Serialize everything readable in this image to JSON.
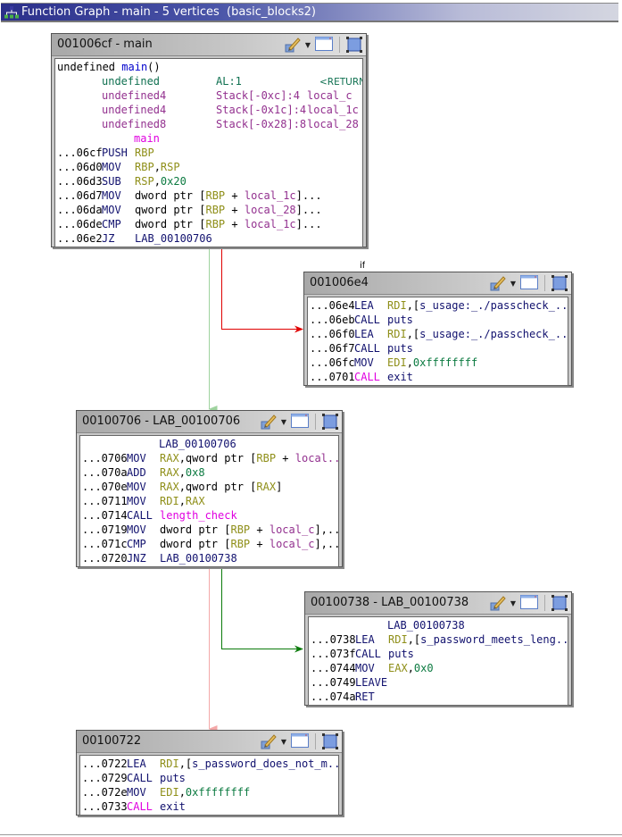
{
  "window": {
    "title": "Function Graph - main - 5 vertices  (basic_blocks2)",
    "icon": "function-graph-icon"
  },
  "colors": {
    "edge_true": "#e00000",
    "edge_false_fallthrough": "#9fd39f",
    "edge_jnz_taken": "#0a7a0a",
    "edge_fallthrough_red": "#f4a8a8"
  },
  "edges": [
    {
      "from": "001006cf",
      "to": "001006e4",
      "kind": "conditional-taken",
      "label": "if",
      "color": "#e00000"
    },
    {
      "from": "001006cf",
      "to": "00100706",
      "kind": "fallthrough",
      "color": "#9fd39f"
    },
    {
      "from": "00100706",
      "to": "00100738",
      "kind": "conditional-taken",
      "color": "#0a7a0a"
    },
    {
      "from": "00100706",
      "to": "00100722",
      "kind": "fallthrough",
      "color": "#f4a8a8"
    }
  ],
  "blocks": {
    "b1": {
      "title": "001006cf - main",
      "sig": {
        "ret": "undefined",
        "name": "main",
        "args": "()"
      },
      "params": [
        {
          "type": "undefined",
          "storage": "AL:1",
          "name": "<RETURN>"
        },
        {
          "type": "undefined4",
          "storage": "Stack[-0xc]:4",
          "name": "local_c"
        },
        {
          "type": "undefined4",
          "storage": "Stack[-0x1c]:4",
          "name": "local_1c"
        },
        {
          "type": "undefined8",
          "storage": "Stack[-0x28]:8",
          "name": "local_28"
        }
      ],
      "label": "main",
      "instr": [
        {
          "addr": "...06cf",
          "mn": "PUSH",
          "ops": [
            {
              "t": "RBP",
              "c": "reg"
            }
          ]
        },
        {
          "addr": "...06d0",
          "mn": "MOV",
          "ops": [
            {
              "t": "RBP",
              "c": "reg"
            },
            {
              "t": ",",
              "c": "txt"
            },
            {
              "t": "RSP",
              "c": "reg"
            }
          ]
        },
        {
          "addr": "...06d3",
          "mn": "SUB",
          "ops": [
            {
              "t": "RSP",
              "c": "reg"
            },
            {
              "t": ",",
              "c": "txt"
            },
            {
              "t": "0x20",
              "c": "num"
            }
          ]
        },
        {
          "addr": "...06d7",
          "mn": "MOV",
          "ops": [
            {
              "t": "dword ptr [",
              "c": "txt"
            },
            {
              "t": "RBP",
              "c": "reg"
            },
            {
              "t": " + ",
              "c": "txt"
            },
            {
              "t": "local_1c",
              "c": "loc"
            },
            {
              "t": "]...",
              "c": "txt"
            }
          ]
        },
        {
          "addr": "...06da",
          "mn": "MOV",
          "ops": [
            {
              "t": "qword ptr [",
              "c": "txt"
            },
            {
              "t": "RBP",
              "c": "reg"
            },
            {
              "t": " + ",
              "c": "txt"
            },
            {
              "t": "local_28",
              "c": "loc"
            },
            {
              "t": "]...",
              "c": "txt"
            }
          ]
        },
        {
          "addr": "...06de",
          "mn": "CMP",
          "ops": [
            {
              "t": "dword ptr [",
              "c": "txt"
            },
            {
              "t": "RBP",
              "c": "reg"
            },
            {
              "t": " + ",
              "c": "txt"
            },
            {
              "t": "local_1c",
              "c": "loc"
            },
            {
              "t": "]...",
              "c": "txt"
            }
          ]
        },
        {
          "addr": "...06e2",
          "mn": "JZ",
          "ops": [
            {
              "t": "LAB_00100706",
              "c": "lbl"
            }
          ]
        }
      ]
    },
    "b2": {
      "title": "001006e4",
      "instr": [
        {
          "addr": "...06e4",
          "mn": "LEA",
          "ops": [
            {
              "t": "RDI",
              "c": "reg"
            },
            {
              "t": ",[",
              "c": "txt"
            },
            {
              "t": "s_usage:_./passcheck_...",
              "c": "lbl"
            }
          ]
        },
        {
          "addr": "...06eb",
          "mn": "CALL",
          "ops": [
            {
              "t": "puts",
              "c": "lbl"
            }
          ]
        },
        {
          "addr": "...06f0",
          "mn": "LEA",
          "ops": [
            {
              "t": "RDI",
              "c": "reg"
            },
            {
              "t": ",[",
              "c": "txt"
            },
            {
              "t": "s_usage:_./passcheck_...",
              "c": "lbl"
            }
          ]
        },
        {
          "addr": "...06f7",
          "mn": "CALL",
          "ops": [
            {
              "t": "puts",
              "c": "lbl"
            }
          ]
        },
        {
          "addr": "...06fc",
          "mn": "MOV",
          "ops": [
            {
              "t": "EDI",
              "c": "reg"
            },
            {
              "t": ",",
              "c": "txt"
            },
            {
              "t": "0xffffffff",
              "c": "num"
            }
          ]
        },
        {
          "addr": "...0701",
          "mn": "CALL",
          "mnc": "fn",
          "ops": [
            {
              "t": "exit",
              "c": "lbl"
            }
          ]
        }
      ]
    },
    "b3": {
      "title": "00100706 - LAB_00100706",
      "label": "LAB_00100706",
      "instr": [
        {
          "addr": "...0706",
          "mn": "MOV",
          "ops": [
            {
              "t": "RAX",
              "c": "reg"
            },
            {
              "t": ",qword ptr [",
              "c": "txt"
            },
            {
              "t": "RBP",
              "c": "reg"
            },
            {
              "t": " + ",
              "c": "txt"
            },
            {
              "t": "local...",
              "c": "loc"
            }
          ]
        },
        {
          "addr": "...070a",
          "mn": "ADD",
          "ops": [
            {
              "t": "RAX",
              "c": "reg"
            },
            {
              "t": ",",
              "c": "txt"
            },
            {
              "t": "0x8",
              "c": "num"
            }
          ]
        },
        {
          "addr": "...070e",
          "mn": "MOV",
          "ops": [
            {
              "t": "RAX",
              "c": "reg"
            },
            {
              "t": ",qword ptr [",
              "c": "txt"
            },
            {
              "t": "RAX",
              "c": "reg"
            },
            {
              "t": "]",
              "c": "txt"
            }
          ]
        },
        {
          "addr": "...0711",
          "mn": "MOV",
          "ops": [
            {
              "t": "RDI",
              "c": "reg"
            },
            {
              "t": ",",
              "c": "txt"
            },
            {
              "t": "RAX",
              "c": "reg"
            }
          ]
        },
        {
          "addr": "...0714",
          "mn": "CALL",
          "ops": [
            {
              "t": "length_check",
              "c": "fn"
            }
          ]
        },
        {
          "addr": "...0719",
          "mn": "MOV",
          "ops": [
            {
              "t": "dword ptr [",
              "c": "txt"
            },
            {
              "t": "RBP",
              "c": "reg"
            },
            {
              "t": " + ",
              "c": "txt"
            },
            {
              "t": "local_c",
              "c": "loc"
            },
            {
              "t": "],...",
              "c": "txt"
            }
          ]
        },
        {
          "addr": "...071c",
          "mn": "CMP",
          "ops": [
            {
              "t": "dword ptr [",
              "c": "txt"
            },
            {
              "t": "RBP",
              "c": "reg"
            },
            {
              "t": " + ",
              "c": "txt"
            },
            {
              "t": "local_c",
              "c": "loc"
            },
            {
              "t": "],...",
              "c": "txt"
            }
          ]
        },
        {
          "addr": "...0720",
          "mn": "JNZ",
          "ops": [
            {
              "t": "LAB_00100738",
              "c": "lbl"
            }
          ]
        }
      ]
    },
    "b4": {
      "title": "00100738 - LAB_00100738",
      "label": "LAB_00100738",
      "instr": [
        {
          "addr": "...0738",
          "mn": "LEA",
          "ops": [
            {
              "t": "RDI",
              "c": "reg"
            },
            {
              "t": ",[",
              "c": "txt"
            },
            {
              "t": "s_password_meets_leng...",
              "c": "lbl"
            }
          ]
        },
        {
          "addr": "...073f",
          "mn": "CALL",
          "ops": [
            {
              "t": "puts",
              "c": "lbl"
            }
          ]
        },
        {
          "addr": "...0744",
          "mn": "MOV",
          "ops": [
            {
              "t": "EAX",
              "c": "reg"
            },
            {
              "t": ",",
              "c": "txt"
            },
            {
              "t": "0x0",
              "c": "num"
            }
          ]
        },
        {
          "addr": "...0749",
          "mn": "LEAVE",
          "ops": []
        },
        {
          "addr": "...074a",
          "mn": "RET",
          "ops": []
        }
      ]
    },
    "b5": {
      "title": "00100722",
      "instr": [
        {
          "addr": "...0722",
          "mn": "LEA",
          "ops": [
            {
              "t": "RDI",
              "c": "reg"
            },
            {
              "t": ",[",
              "c": "txt"
            },
            {
              "t": "s_password_does_not_m...",
              "c": "lbl"
            }
          ]
        },
        {
          "addr": "...0729",
          "mn": "CALL",
          "ops": [
            {
              "t": "puts",
              "c": "lbl"
            }
          ]
        },
        {
          "addr": "...072e",
          "mn": "MOV",
          "ops": [
            {
              "t": "EDI",
              "c": "reg"
            },
            {
              "t": ",",
              "c": "txt"
            },
            {
              "t": "0xffffffff",
              "c": "num"
            }
          ]
        },
        {
          "addr": "...0733",
          "mn": "CALL",
          "mnc": "fn",
          "ops": [
            {
              "t": "exit",
              "c": "lbl"
            }
          ]
        }
      ]
    }
  },
  "edge_labels": {
    "if_label": "if"
  },
  "toolbar_icons": [
    "popup-menu-icon",
    "dropdown-caret-icon",
    "restore-window-icon",
    "fullscreen-icon"
  ]
}
